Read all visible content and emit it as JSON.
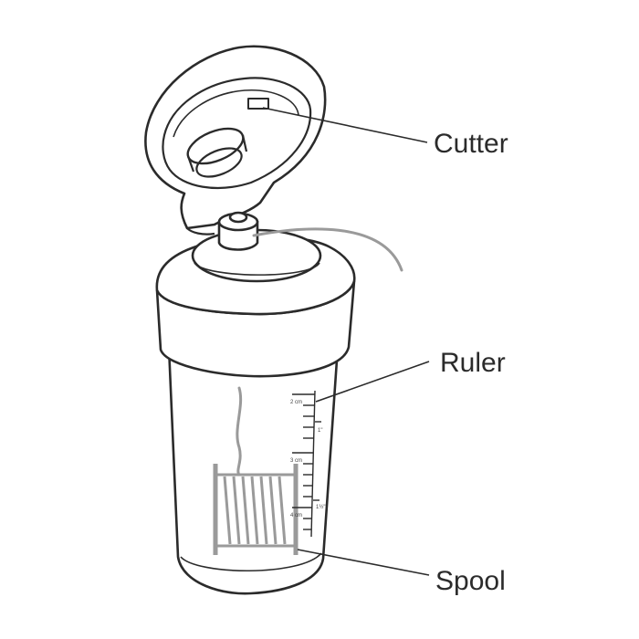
{
  "labels": {
    "cutter": "Cutter",
    "ruler": "Ruler",
    "spool": "Spool"
  },
  "ruler_marks": {
    "cm2": "2 cm",
    "in1": "1\"",
    "cm3": "3 cm",
    "in_half": "1½\"",
    "cm4": "4 cm"
  },
  "colors": {
    "outline": "#2b2b2b",
    "floss": "#9a9a9a",
    "text": "#2b2b2b"
  }
}
